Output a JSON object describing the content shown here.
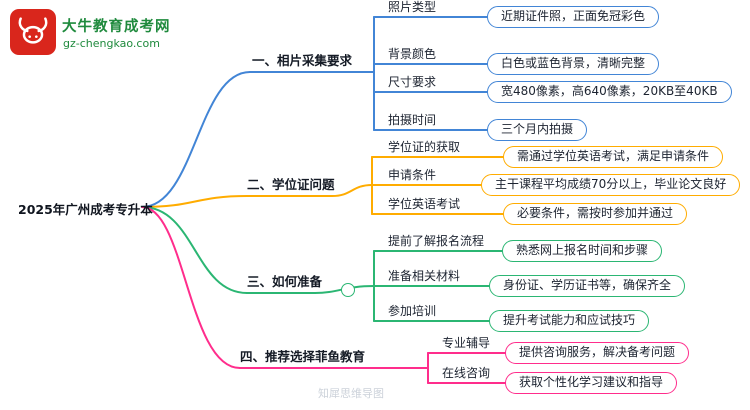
{
  "logo": {
    "brand": "大牛教育成考网",
    "domain": "gz-chengkao.com",
    "icon_bg_color": "#d9261c",
    "brand_color": "#1f8a3d"
  },
  "root": {
    "label": "2025年广州成考专升本"
  },
  "branches": [
    {
      "label": "一、相片采集要求",
      "color": "#4285d6",
      "children": [
        {
          "label": "照片类型",
          "desc": "近期证件照，正面免冠彩色"
        },
        {
          "label": "背景颜色",
          "desc": "白色或蓝色背景，清晰完整"
        },
        {
          "label": "尺寸要求",
          "desc": "宽480像素，高640像素，20KB至40KB"
        },
        {
          "label": "拍摄时间",
          "desc": "三个月内拍摄"
        }
      ]
    },
    {
      "label": "二、学位证问题",
      "color": "#ffac00",
      "children": [
        {
          "label": "学位证的获取",
          "desc": "需通过学位英语考试，满足申请条件"
        },
        {
          "label": "申请条件",
          "desc": "主干课程平均成绩70分以上，毕业论文良好"
        },
        {
          "label": "学位英语考试",
          "desc": "必要条件，需按时参加并通过"
        }
      ]
    },
    {
      "label": "三、如何准备",
      "color": "#2bb673",
      "children": [
        {
          "label": "提前了解报名流程",
          "desc": "熟悉网上报名时间和步骤"
        },
        {
          "label": "准备相关材料",
          "desc": "身份证、学历证书等，确保齐全"
        },
        {
          "label": "参加培训",
          "desc": "提升考试能力和应试技巧"
        }
      ]
    },
    {
      "label": "四、推荐选择菲鱼教育",
      "color": "#ff2d8c",
      "children": [
        {
          "label": "专业辅导",
          "desc": "提供咨询服务，解决备考问题"
        },
        {
          "label": "在线咨询",
          "desc": "获取个性化学习建议和指导"
        }
      ]
    }
  ],
  "watermark": "知犀思维导图"
}
